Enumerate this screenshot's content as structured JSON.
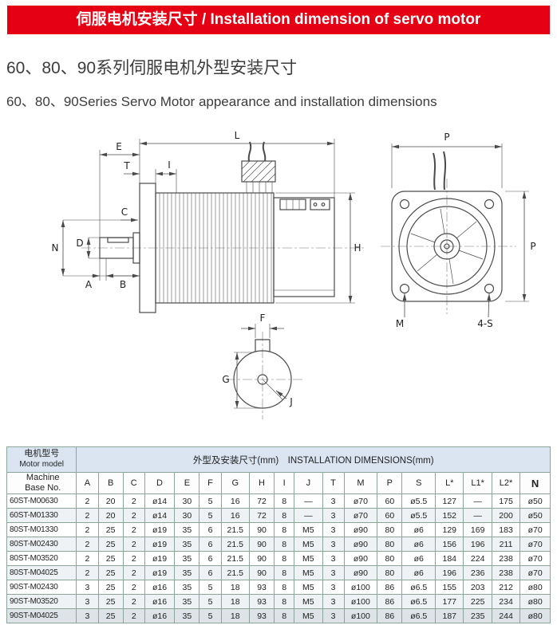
{
  "banner": {
    "title": "伺服电机安装尺寸 / Installation dimension of servo motor",
    "bg_color": "#e60014",
    "text_color": "#ffffff"
  },
  "heading": {
    "line1_zh": "60、80、90系列伺服电机外型安装尺寸",
    "line2_en": "60、80、90Series Servo Motor appearance and installation dimensions"
  },
  "diagram": {
    "description": "Servo motor outline drawing: side view with dimensions, flange front view, shaft end view",
    "labels": {
      "L": "L",
      "E": "E",
      "T": "T",
      "I": "I",
      "C": "C",
      "N": "N",
      "D": "D",
      "A": "A",
      "B": "B",
      "H": "H",
      "P": "P",
      "M": "M",
      "S4": "4-S",
      "F": "F",
      "G": "G",
      "J": "J"
    }
  },
  "table": {
    "model_header_zh": "电机型号",
    "model_header_en": "Motor model",
    "base_header_line1": "Machine",
    "base_header_line2": "Base  No.",
    "dimensions_title": "外型及安装尺寸(mm)　INSTALLATION DIMENSIONS(mm)",
    "columns": [
      "A",
      "B",
      "C",
      "D",
      "E",
      "F",
      "G",
      "H",
      "I",
      "J",
      "T",
      "M",
      "P",
      "S",
      "L*",
      "L1*",
      "L2*",
      "N"
    ],
    "rows": [
      {
        "model": "60ST-M00630",
        "values": [
          "2",
          "20",
          "2",
          "ø14",
          "30",
          "5",
          "16",
          "72",
          "8",
          "—",
          "3",
          "ø70",
          "60",
          "ø5.5",
          "127",
          "—",
          "175",
          "ø50"
        ]
      },
      {
        "model": "60ST-M01330",
        "values": [
          "2",
          "20",
          "2",
          "ø14",
          "30",
          "5",
          "16",
          "72",
          "8",
          "—",
          "3",
          "ø70",
          "60",
          "ø5.5",
          "152",
          "—",
          "200",
          "ø50"
        ]
      },
      {
        "model": "80ST-M01330",
        "values": [
          "2",
          "25",
          "2",
          "ø19",
          "35",
          "6",
          "21.5",
          "90",
          "8",
          "M5",
          "3",
          "ø90",
          "80",
          "ø6",
          "129",
          "169",
          "183",
          "ø70"
        ]
      },
      {
        "model": "80ST-M02430",
        "values": [
          "2",
          "25",
          "2",
          "ø19",
          "35",
          "6",
          "21.5",
          "90",
          "8",
          "M5",
          "3",
          "ø90",
          "80",
          "ø6",
          "156",
          "196",
          "211",
          "ø70"
        ]
      },
      {
        "model": "80ST-M03520",
        "values": [
          "2",
          "25",
          "2",
          "ø19",
          "35",
          "6",
          "21.5",
          "90",
          "8",
          "M5",
          "3",
          "ø90",
          "80",
          "ø6",
          "184",
          "224",
          "238",
          "ø70"
        ]
      },
      {
        "model": "80ST-M04025",
        "values": [
          "2",
          "25",
          "2",
          "ø19",
          "35",
          "6",
          "21.5",
          "90",
          "8",
          "M5",
          "3",
          "ø90",
          "80",
          "ø6",
          "196",
          "236",
          "238",
          "ø70"
        ]
      },
      {
        "model": "90ST-M02430",
        "values": [
          "3",
          "25",
          "2",
          "ø16",
          "35",
          "5",
          "18",
          "93",
          "8",
          "M5",
          "3",
          "ø100",
          "86",
          "ø6.5",
          "155",
          "203",
          "212",
          "ø80"
        ]
      },
      {
        "model": "90ST-M03520",
        "values": [
          "3",
          "25",
          "2",
          "ø16",
          "35",
          "5",
          "18",
          "93",
          "8",
          "M5",
          "3",
          "ø100",
          "86",
          "ø6.5",
          "177",
          "225",
          "234",
          "ø80"
        ]
      },
      {
        "model": "90ST-M04025",
        "values": [
          "3",
          "25",
          "2",
          "ø16",
          "35",
          "5",
          "18",
          "93",
          "8",
          "M5",
          "3",
          "ø100",
          "86",
          "ø6.5",
          "187",
          "235",
          "244",
          "ø80"
        ]
      }
    ]
  }
}
